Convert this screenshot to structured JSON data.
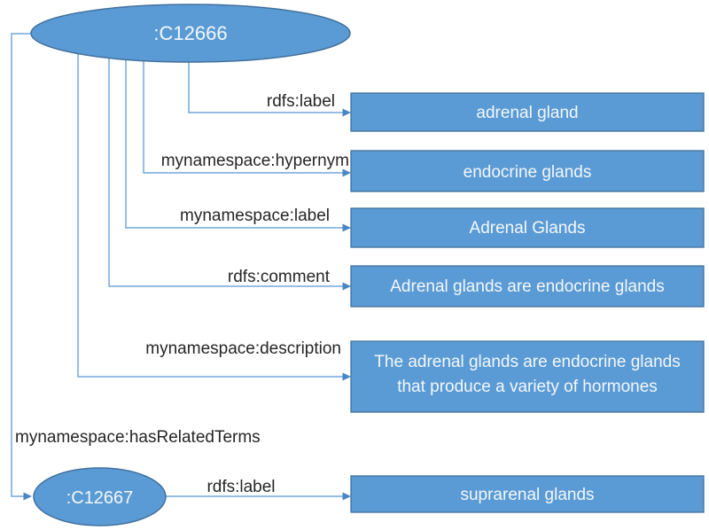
{
  "colors": {
    "node_fill": "#5b9bd5",
    "node_border": "#41719c",
    "connector": "#74a7da",
    "arrowhead": "#4a86c4",
    "edge_label_text": "#262626",
    "node_text": "#f2f7fb",
    "background": "#ffffff"
  },
  "nodes": {
    "c12666": ":C12666",
    "c12667": ":C12667"
  },
  "edges": {
    "rdfs_label_top": "rdfs:label",
    "hypernym": "mynamespace:hypernym",
    "myns_label": "mynamespace:label",
    "rdfs_comment": "rdfs:comment",
    "description": "mynamespace:description",
    "has_related_terms": "mynamespace:hasRelatedTerms",
    "rdfs_label_bottom": "rdfs:label"
  },
  "literals": {
    "adrenal_gland": "adrenal gland",
    "endocrine_glands": "endocrine glands",
    "adrenal_glands_label": "Adrenal Glands",
    "comment": "Adrenal glands are endocrine glands",
    "description_lines": [
      "The adrenal glands are endocrine glands",
      "that produce a variety of hormones"
    ],
    "suprarenal_glands": "suprarenal glands"
  }
}
